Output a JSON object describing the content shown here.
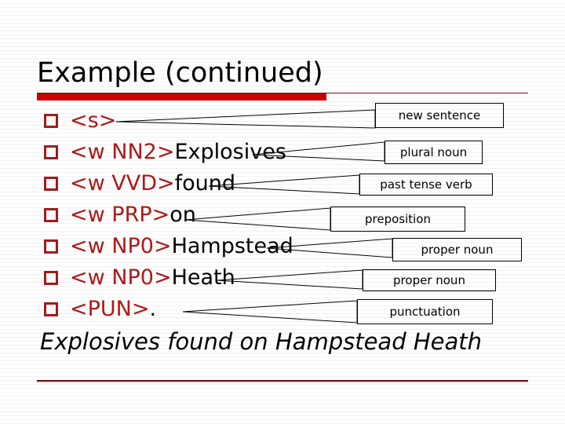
{
  "slide": {
    "title": "Example (continued)",
    "summary_sentence": "Explosives found on Hampstead Heath",
    "accent_color": "#cc0000",
    "tag_color": "#b01818",
    "rule_color": "#7b1515"
  },
  "bullets": [
    {
      "bullet": "❑",
      "tag": "<s>",
      "word": ""
    },
    {
      "bullet": "❑",
      "tag": "<w NN2>",
      "word": "Explosives"
    },
    {
      "bullet": "❑",
      "tag": "<w VVD>",
      "word": "found"
    },
    {
      "bullet": "❑",
      "tag": "<w PRP>",
      "word": "on"
    },
    {
      "bullet": "❑",
      "tag": "<w NP0>",
      "word": "Hampstead"
    },
    {
      "bullet": "❑",
      "tag": "<w NP0>",
      "word": "Heath"
    },
    {
      "bullet": "❑",
      "tag": "<PUN>",
      "word": "."
    }
  ],
  "callouts": [
    {
      "label": "new sentence"
    },
    {
      "label": "plural noun"
    },
    {
      "label": "past tense verb"
    },
    {
      "label": "preposition"
    },
    {
      "label": "proper noun"
    },
    {
      "label": "proper noun"
    },
    {
      "label": "punctuation"
    }
  ]
}
